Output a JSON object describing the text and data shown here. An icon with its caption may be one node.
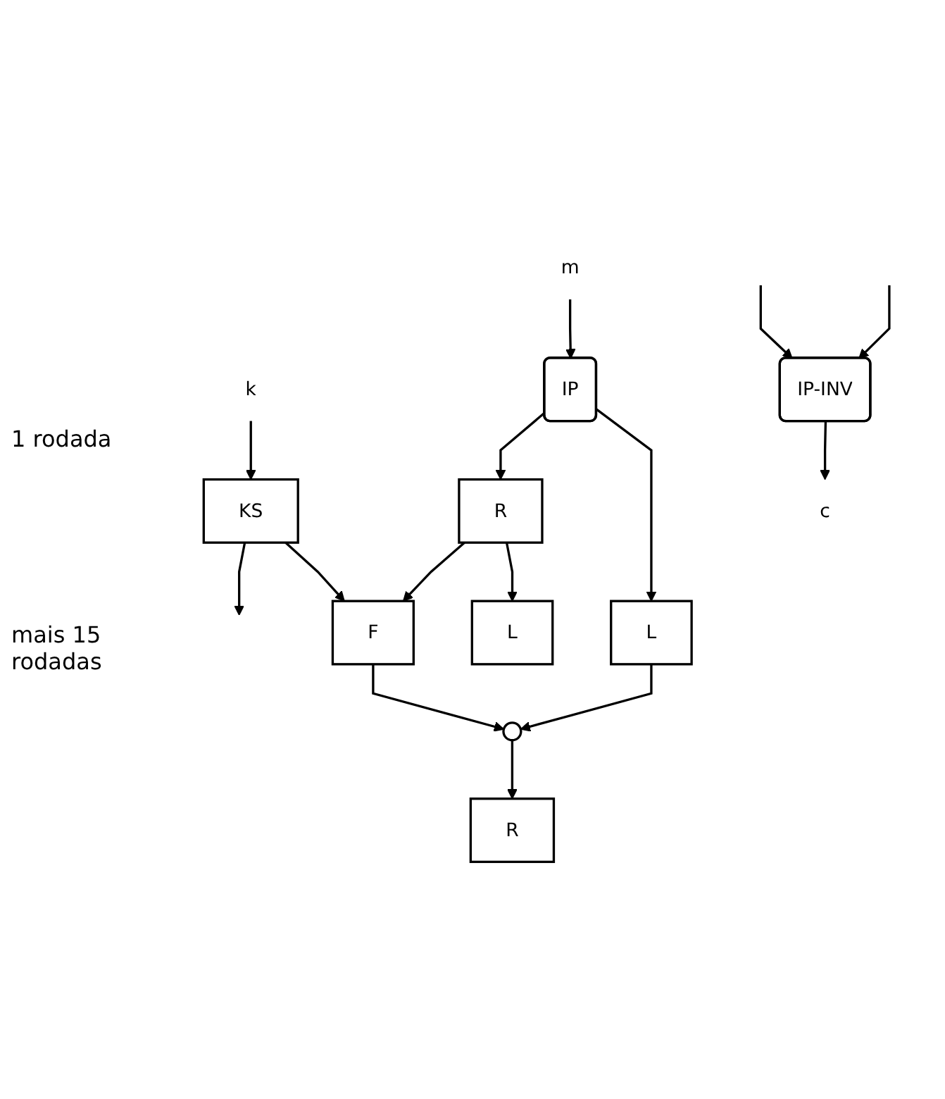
{
  "diagram": {
    "nodes": [
      {
        "text": [
          "m"
        ]
      },
      {
        "text": [
          "k"
        ]
      },
      {
        "text": [
          "IP"
        ]
      },
      {
        "text": [
          "KS"
        ]
      },
      {
        "text": [
          "L"
        ]
      },
      {
        "text": [
          "R"
        ]
      },
      {
        "text": [
          "F"
        ]
      },
      {
        "text": [],
        "shape": "circle"
      },
      {
        "text": [
          "L"
        ]
      },
      {
        "text": [
          "R"
        ]
      },
      {
        "text": [
          "IP-INV"
        ]
      },
      {
        "text": [
          "c"
        ]
      }
    ],
    "edges": [
      {
        "from": 0,
        "to": 2,
        "arrow": "to"
      },
      {
        "from": 1,
        "to": 3,
        "arrow": "to"
      },
      {
        "from": 2,
        "to": 4,
        "arrow": "to"
      },
      {
        "from": 2,
        "to": 5,
        "arrow": "to"
      },
      {
        "from": 4,
        "to": 7,
        "arrow": "to"
      },
      {
        "from": 5,
        "to": 8,
        "arrow": "to"
      },
      {
        "from": 5,
        "to": 6,
        "arrow": "to"
      },
      {
        "from": 3,
        "to": 6,
        "arrow": "to"
      },
      {
        "from": 6,
        "to": 7,
        "arrow": "to"
      },
      {
        "from": 7,
        "to": 9,
        "arrow": "to"
      },
      {
        "from": 3,
        "to": null,
        "arrow": "to"
      },
      {
        "from": null,
        "to": 10,
        "arrow": "to"
      },
      {
        "from": null,
        "to": 10,
        "arrow": "to"
      },
      {
        "from": 10,
        "to": 11,
        "arrow": "to"
      }
    ],
    "labels": [
      "1 rodada",
      "mais 15 rodadas"
    ]
  }
}
